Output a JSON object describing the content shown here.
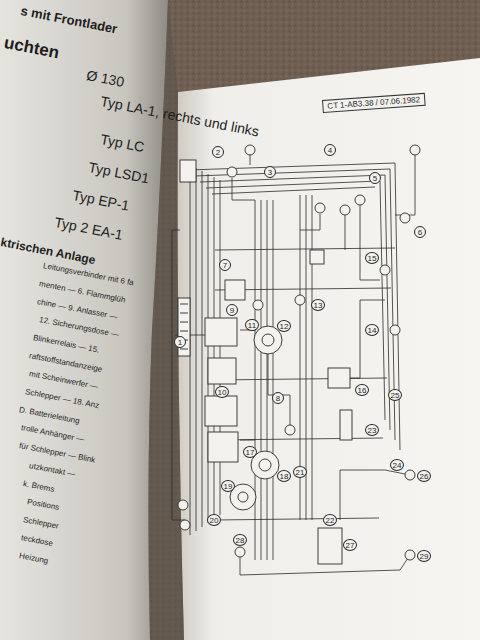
{
  "diagram": {
    "nodes": [
      {
        "text": [
          "CT 1-AB3.38 / 07.06.1982"
        ]
      }
    ],
    "labels": [
      "s mit Frontlader",
      "uchten",
      "Ø 130",
      "Typ LA-1, rechts und links",
      "Typ LC",
      "Typ LSD1",
      "Typ EP-1",
      "Typ 2 EA-1",
      "ktrischen Anlage",
      "Leitungsverbinder mit 6 fa",
      "menten — 6. Flammglüh",
      "chine — 9. Anlasser —",
      "12. Sicherungsdose —",
      "Blinkerrelais — 15.",
      "raftstoffstandanzeige",
      "mit Scheinwerfer —",
      "Schlepper — 18. Anz",
      "D. Batterieleitung",
      "trolle Anhänger —",
      "für Schlepper — Blink",
      "utzkontakt —",
      "k. Brems",
      "Positions",
      "Schlepper",
      "teckdose",
      "Heizung",
      "1",
      "2",
      "3",
      "4",
      "5",
      "6",
      "7",
      "8",
      "9",
      "10",
      "11",
      "12",
      "13",
      "14",
      "15",
      "16",
      "17",
      "18",
      "19",
      "20",
      "21",
      "22",
      "23",
      "24",
      "25",
      "26",
      "27",
      "28",
      "29"
    ]
  }
}
